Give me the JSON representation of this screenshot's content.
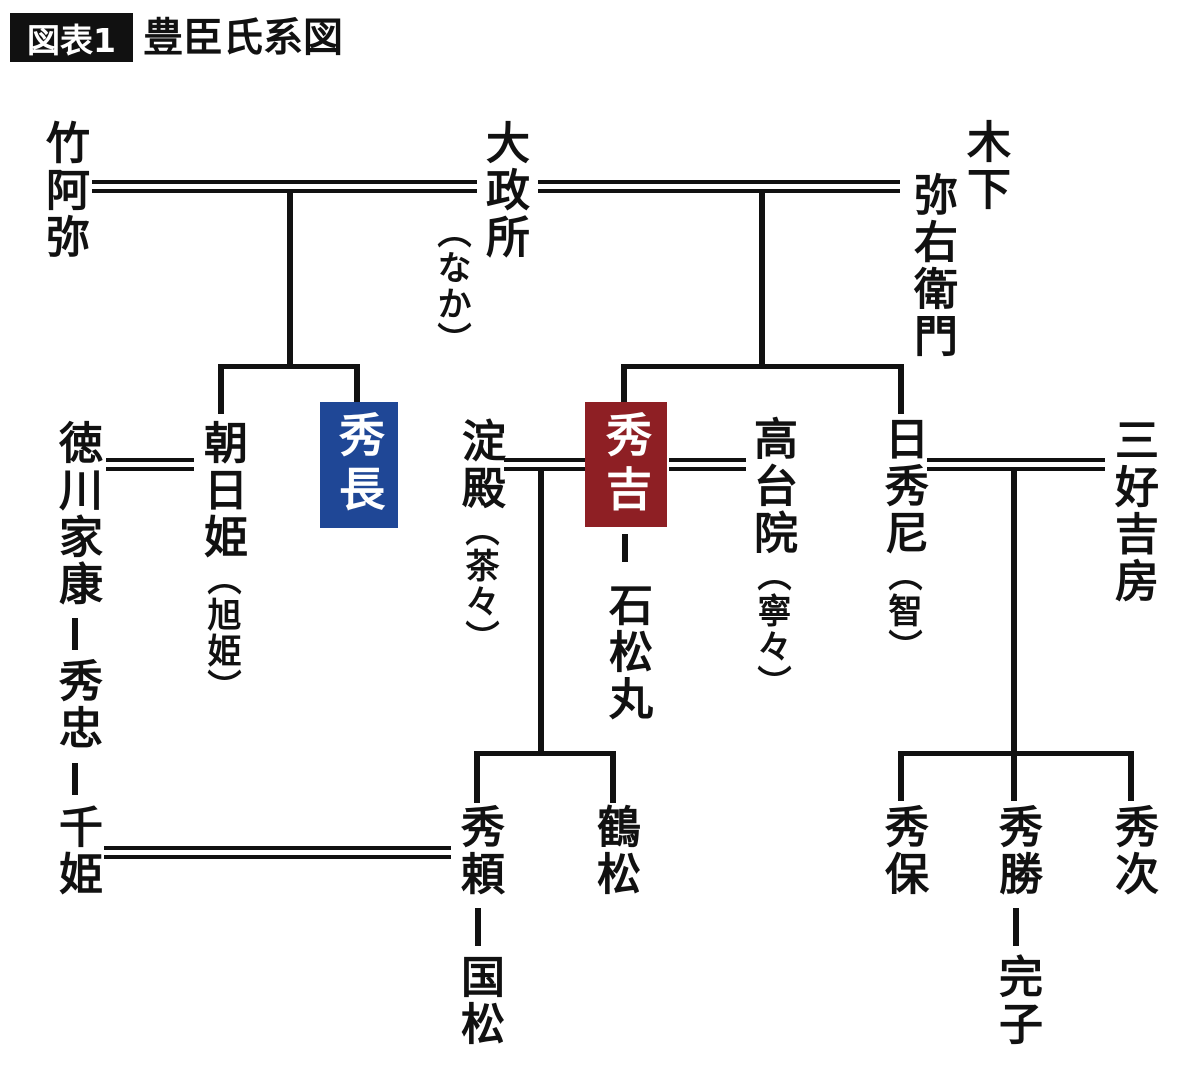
{
  "title": {
    "badge": "図表1",
    "text": "豊臣氏系図"
  },
  "colors": {
    "line": "#111111",
    "hidenaga_box": "#1f4796",
    "hideyoshi_box": "#8e1f24",
    "box_text": "#ffffff"
  },
  "nodes": {
    "takeami": {
      "name": "竹阿弥"
    },
    "omandokoro": {
      "name": "大政所",
      "reading": "（なか）"
    },
    "kinoshita_yaemon": {
      "surname": "木下",
      "given": "弥右衛門"
    },
    "tokugawa_ieyasu": {
      "name": "徳川家康"
    },
    "hidetada": {
      "name": "秀忠"
    },
    "senhime": {
      "name": "千姫"
    },
    "asahihime": {
      "name": "朝日姫",
      "reading": "（旭姫）"
    },
    "hidenaga": {
      "name": "秀長"
    },
    "yododono": {
      "name": "淀殿",
      "reading": "（茶々）"
    },
    "hideyoshi": {
      "name": "秀吉"
    },
    "ishimatsumaru": {
      "name": "石松丸"
    },
    "kodaiin": {
      "name": "高台院",
      "reading": "（寧々）"
    },
    "nisshu_ni": {
      "name": "日秀尼",
      "reading": "（智）"
    },
    "miyoshi_yoshifusa": {
      "name": "三好吉房"
    },
    "hideyori": {
      "name": "秀頼"
    },
    "kunimatsu": {
      "name": "国松"
    },
    "tsurumatsu": {
      "name": "鶴松"
    },
    "hideyasu": {
      "name": "秀保"
    },
    "hidekatsu": {
      "name": "秀勝"
    },
    "sadako": {
      "name": "完子"
    },
    "hidetsugu": {
      "name": "秀次"
    }
  }
}
